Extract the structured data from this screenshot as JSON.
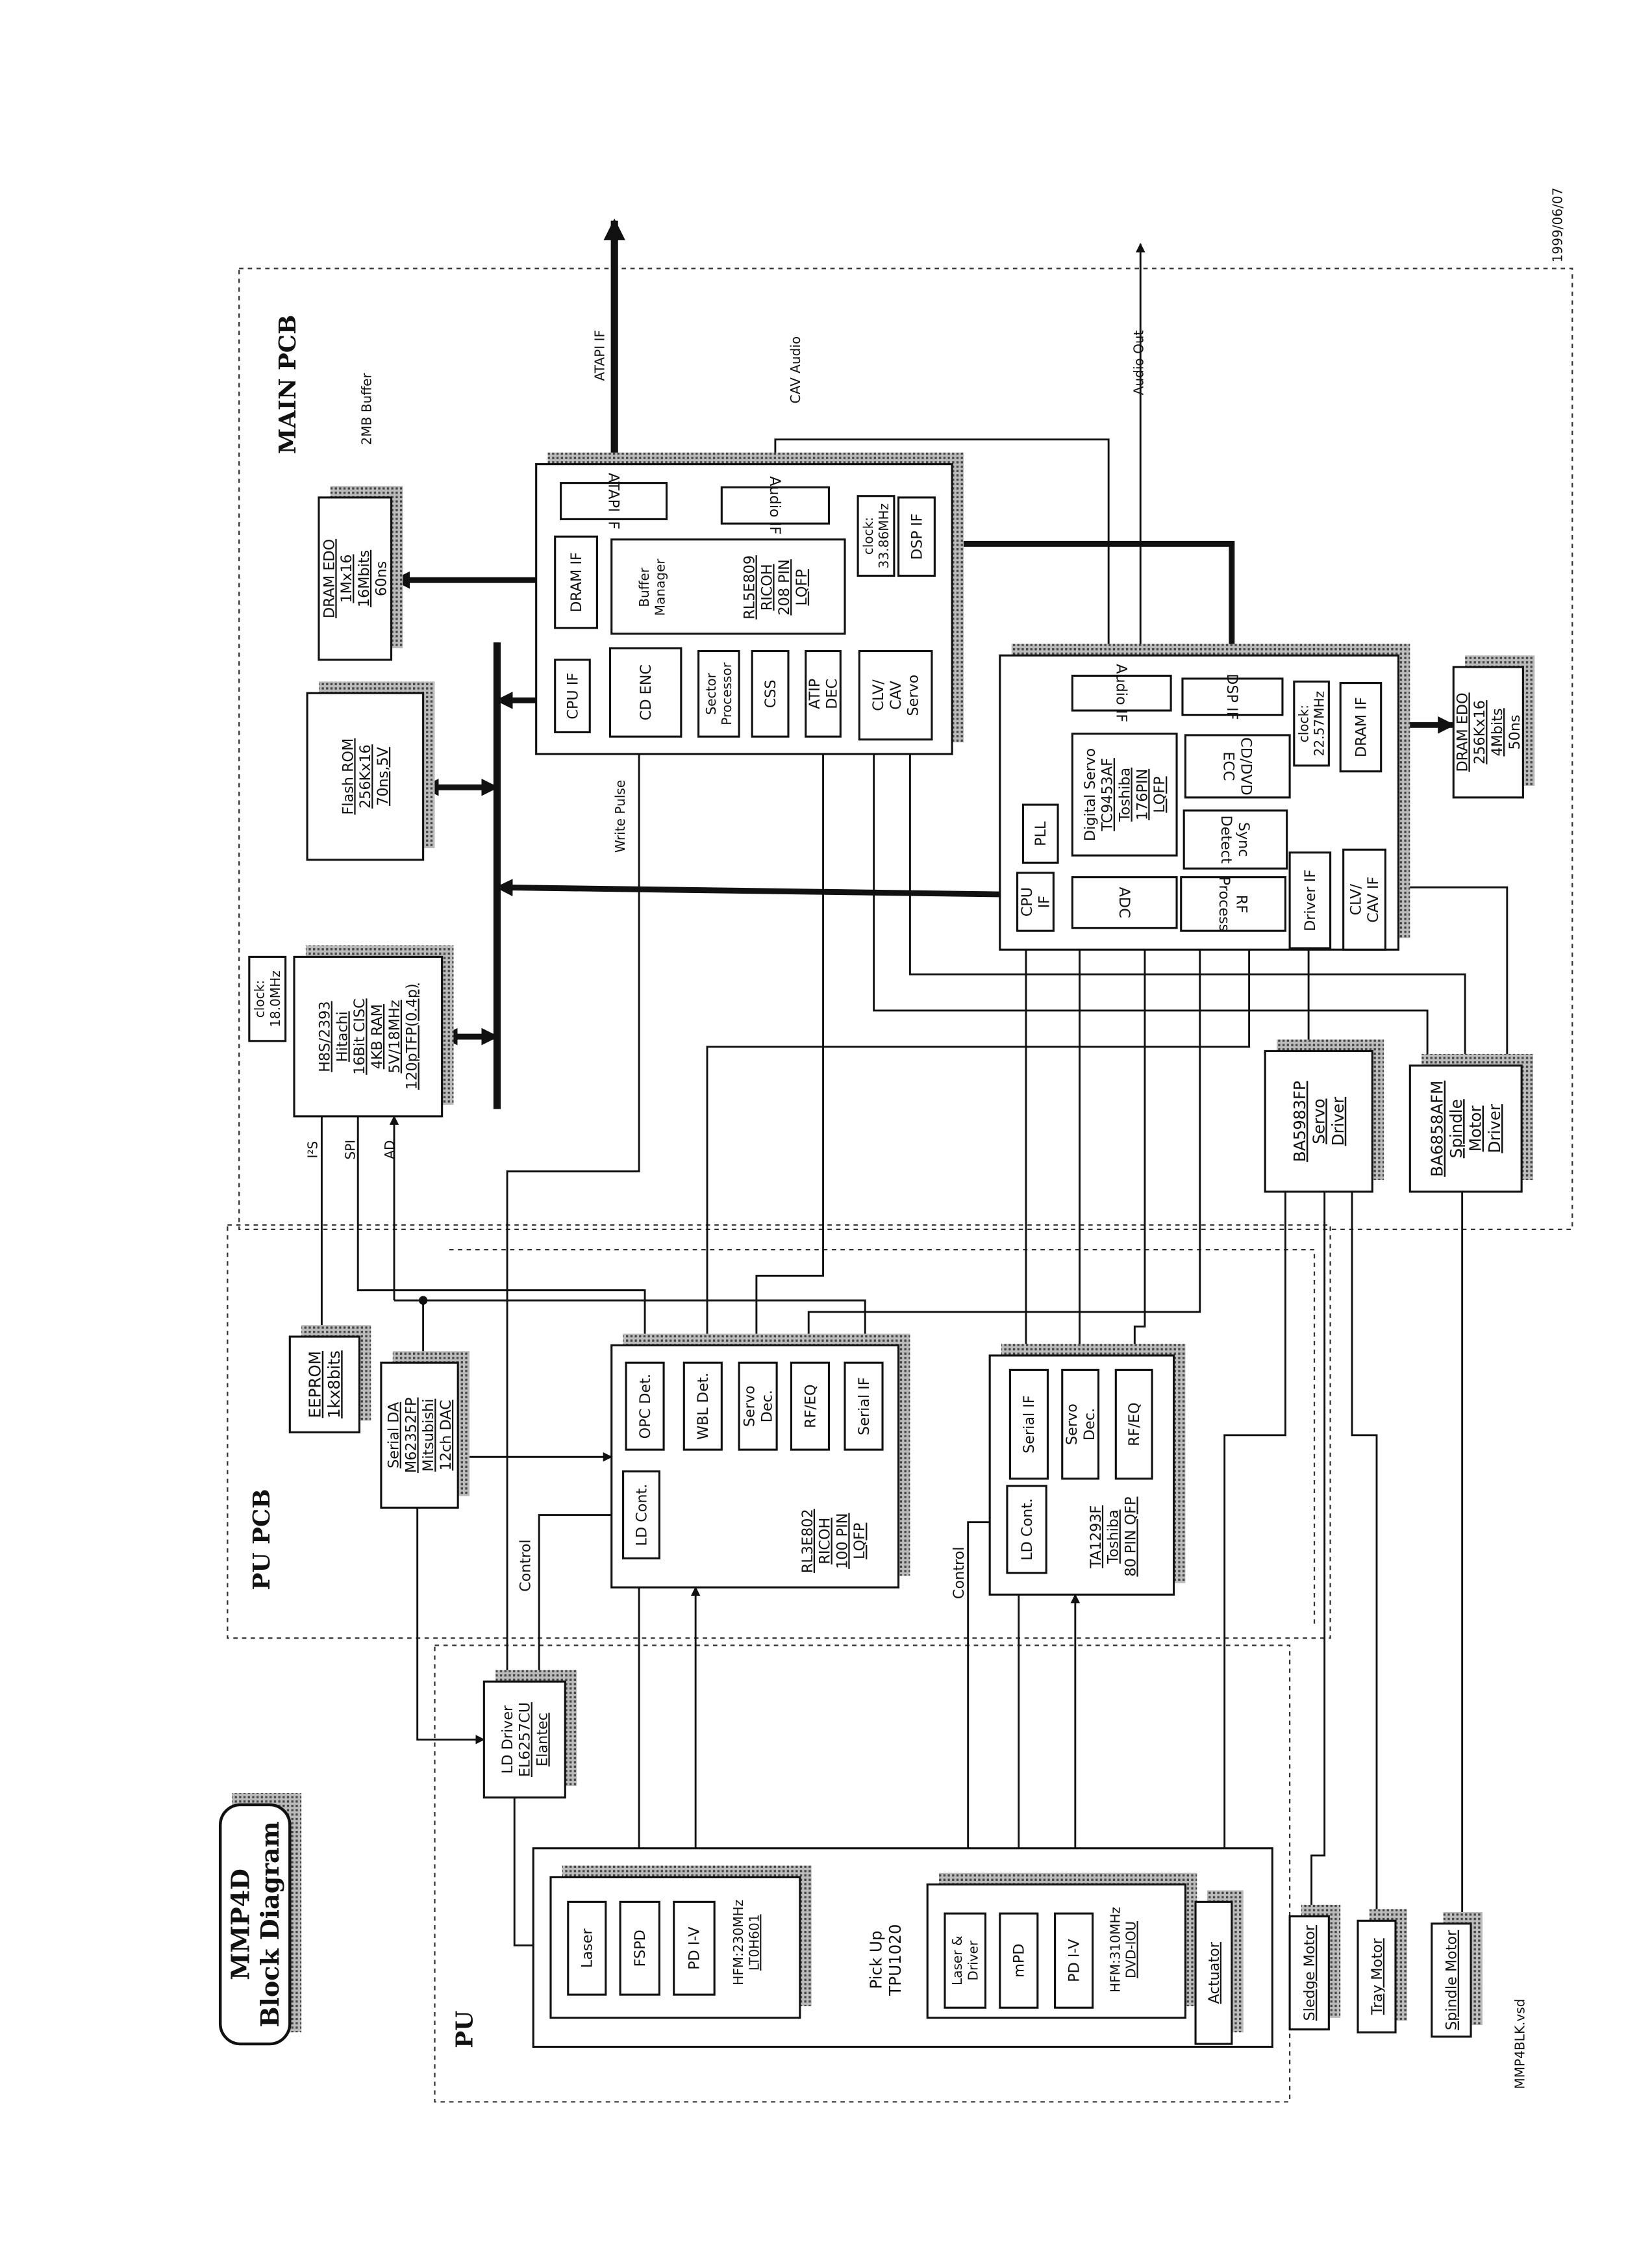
{
  "title": [
    "MMP4D",
    "Block Diagram"
  ],
  "date": "1999/06/07",
  "filename": "MMP4BLK.vsd",
  "sections": {
    "main_pcb": "MAIN PCB",
    "pu_pcb": "PU PCB",
    "pu": "PU"
  },
  "signals": {
    "atapi": "ATAPI IF",
    "cav_audio": "CAV Audio",
    "audio_out": "Audio Out",
    "write_pulse": "Write Pulse",
    "i2s": "I²S",
    "spi": "SPI",
    "ad": "AD",
    "control_1": "Control",
    "control_2": "Control",
    "buffer": "2MB Buffer"
  },
  "main_pcb": {
    "dram": [
      "DRAM EDO",
      "1Mx16",
      "16Mbits",
      "60ns"
    ],
    "flash": [
      "Flash ROM",
      "256Kx16",
      "70ns,5V"
    ],
    "clock": [
      "clock:",
      "18.0MHz"
    ],
    "cpu": [
      "H8S/2393",
      "Hitachi",
      "16Bit CISC",
      "4KB RAM",
      "5V/18MHz",
      "120pTFP(0.4p)"
    ],
    "rl5e809": {
      "atapi_if": "ATAPI IF",
      "audio_if": "Audio IF",
      "clock": [
        "clock:",
        "33.86MHz"
      ],
      "dsp_if": "DSP IF",
      "dram_if": "DRAM IF",
      "buffer_manager": [
        "Buffer",
        "Manager"
      ],
      "chip": [
        "RL5E809",
        "RICOH",
        "208 PIN",
        "LQFP"
      ],
      "cpu_if": "CPU IF",
      "cd_enc": "CD ENC",
      "sector": [
        "Sector",
        "Processor"
      ],
      "css": "CSS",
      "atip": [
        "ATIP",
        "DEC"
      ],
      "clv": [
        "CLV/",
        "CAV",
        "Servo"
      ]
    },
    "dsp": {
      "audio_if": "Audio IF",
      "dsp_if": "DSP IF",
      "clock": [
        "clock:",
        "22.57MHz"
      ],
      "dram_if": "DRAM IF",
      "chip": [
        "Digital Servo",
        "TC9453AF",
        "Toshiba",
        "176PIN",
        "LQFP"
      ],
      "ecc": [
        "CD/DVD",
        "ECC"
      ],
      "sync": [
        "Sync",
        "Detect"
      ],
      "pll": "PLL",
      "cpu_if": [
        "CPU",
        "IF"
      ],
      "adc": "ADC",
      "rf": [
        "RF",
        "Process"
      ],
      "driver_if": "Driver IF",
      "clv_if": [
        "CLV/",
        "CAV IF"
      ]
    },
    "dram2": [
      "DRAM EDO",
      "256Kx16",
      "4Mbits",
      "50ns"
    ],
    "servo_driver": [
      "BA5983FP",
      "Servo",
      "Driver"
    ],
    "spindle_driver": [
      "BA6858AFM",
      "Spindle",
      "Motor",
      "Driver"
    ]
  },
  "pu_pcb": {
    "eeprom": [
      "EEPROM",
      "1kx8bits"
    ],
    "serial_da": [
      "Serial DA",
      "M62352FP",
      "Mitsubishi",
      "12ch DAC"
    ],
    "rl3e802": {
      "opc": "OPC Det.",
      "wbl": "WBL Det.",
      "servo": [
        "Servo",
        "Dec."
      ],
      "rfeq": "RF/EQ",
      "serial": "Serial IF",
      "ld": "LD Cont.",
      "chip": [
        "RL3E802",
        "RICOH",
        "100 PIN",
        "LQFP"
      ]
    },
    "ta1293f": {
      "serial": "Serial IF",
      "servo": [
        "Servo",
        "Dec."
      ],
      "rfeq": "RF/EQ",
      "ld": "LD Cont.",
      "chip": [
        "TA1293F",
        "Toshiba",
        "80 PIN QFP"
      ]
    }
  },
  "pu": {
    "ld_driver": [
      "LD Driver",
      "EL6257CU",
      "Elantec"
    ],
    "pickup": [
      "Pick Up",
      "TPU1020"
    ],
    "cd": {
      "laser": "Laser",
      "fspd": "FSPD",
      "pdiv": "PD I-V",
      "model": [
        "HFM:230MHz",
        "LT0H601"
      ]
    },
    "dvd": {
      "laser": [
        "Laser &",
        "Driver"
      ],
      "mpd": "mPD",
      "pdiv": "PD I-V",
      "model": [
        "HFM:310MHz",
        "DVD-IOU"
      ]
    },
    "actuator": "Actuator"
  },
  "motors": {
    "sledge": "Sledge Motor",
    "tray": "Tray Motor",
    "spindle": "Spindle Motor"
  }
}
